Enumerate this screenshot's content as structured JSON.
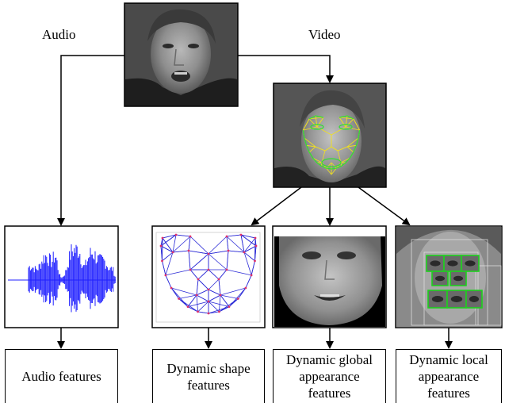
{
  "labels": {
    "audio": "Audio",
    "video": "Video"
  },
  "boxes": {
    "audio_features": "Audio features",
    "dynamic_shape": "Dynamic shape\nfeatures",
    "dynamic_global": "Dynamic global\nappearance\nfeatures",
    "dynamic_local": "Dynamic local\nappearance\nfeatures"
  },
  "colors": {
    "waveform": "#1f1fff",
    "mesh_lines": "#2a2ad6",
    "mesh_points": "#e0306a",
    "landmark_yellow": "#f0e020",
    "landmark_green": "#30e030",
    "roi_green": "#20d020"
  }
}
